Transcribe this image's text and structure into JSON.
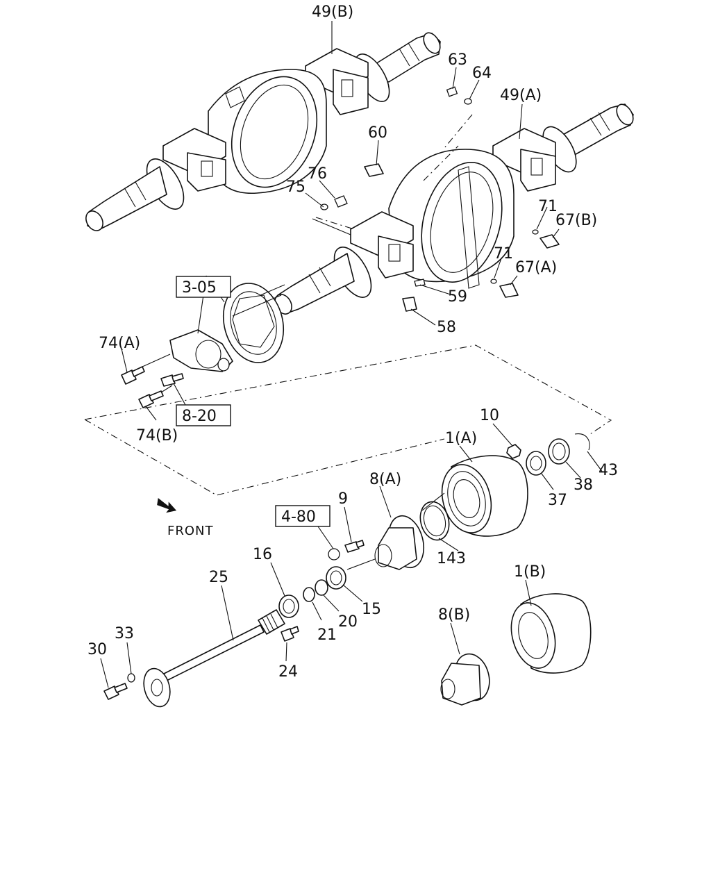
{
  "callouts": {
    "p49b": "49(B)",
    "p63": "63",
    "p64": "64",
    "p49a": "49(A)",
    "p60": "60",
    "p76": "76",
    "p75": "75",
    "p71a": "71",
    "p67b": "67(B)",
    "p71b": "71",
    "p67a": "67(A)",
    "p59": "59",
    "p58": "58",
    "p74a": "74(A)",
    "p74b": "74(B)",
    "p10": "10",
    "p1a": "1(A)",
    "p43": "43",
    "p38": "38",
    "p37": "37",
    "p8a": "8(A)",
    "p9": "9",
    "p143": "143",
    "p16": "16",
    "p25": "25",
    "p15": "15",
    "p20": "20",
    "p21": "21",
    "p1b": "1(B)",
    "p8b": "8(B)",
    "p33": "33",
    "p30": "30",
    "p24": "24"
  },
  "ref_boxes": {
    "r305": "3-05",
    "r820": "8-20",
    "r480": "4-80"
  },
  "front_label": "FRONT",
  "icons": {
    "front_arrow": "front-arrow-icon"
  }
}
